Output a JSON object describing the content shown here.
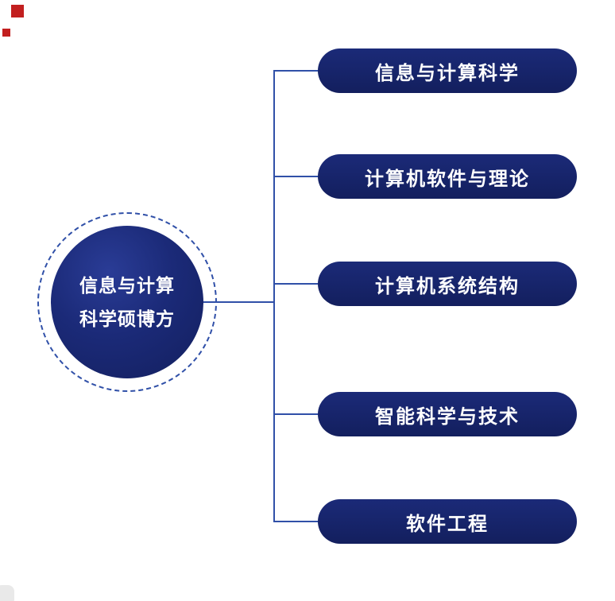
{
  "root": {
    "line1": "信息与计算",
    "line2": "科学硕博方"
  },
  "branches": [
    {
      "label": "信息与计算科学"
    },
    {
      "label": "计算机软件与理论"
    },
    {
      "label": "计算机系统结构"
    },
    {
      "label": "智能科学与技术"
    },
    {
      "label": "软件工程"
    }
  ],
  "colors": {
    "node-bg": "#1b2a78",
    "node-bg-dark": "#131f5e",
    "node-bg-light": "#2a3c96",
    "line-color": "#3050a8",
    "accent-red": "#c21f1f",
    "text-color": "#ffffff"
  }
}
